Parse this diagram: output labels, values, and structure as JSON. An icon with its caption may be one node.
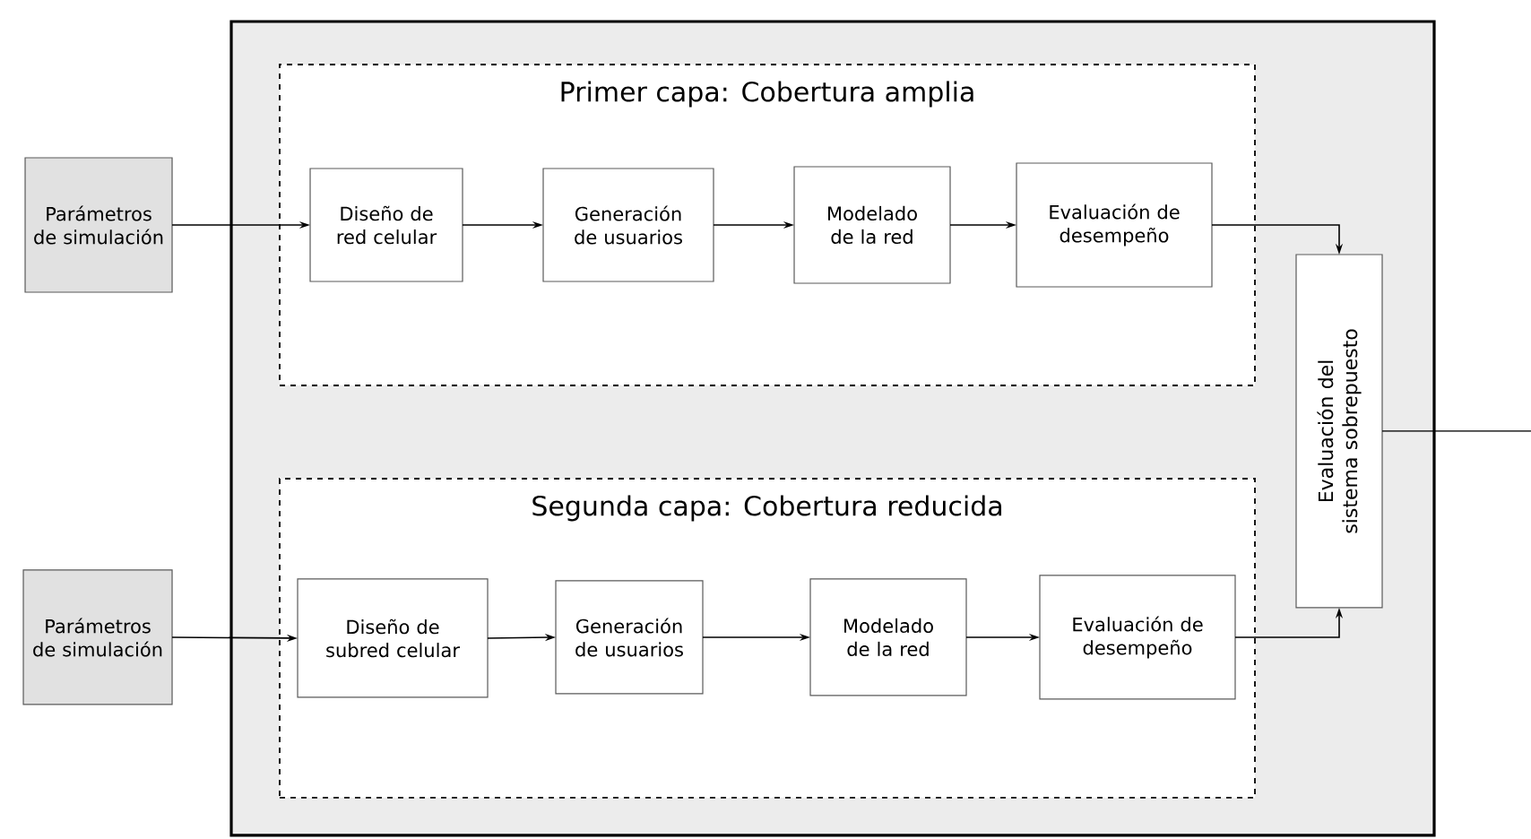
{
  "diagram": {
    "nodes": [
      {
        "text": [
          "Parámetros de simulación"
        ]
      },
      {
        "text": [],
        "shape": "box"
      },
      {
        "text": [
          "Primer capa: Cobertura amplia"
        ],
        "in": 1
      },
      {
        "text": [
          "Diseño de red celular"
        ],
        "in": 2
      },
      {
        "text": [
          "Generación de usuarios"
        ],
        "in": 2
      },
      {
        "text": [
          "Modelado de la red"
        ],
        "in": 2
      },
      {
        "text": [
          "Evaluación de desempeño"
        ],
        "in": 2
      },
      {
        "text": [
          "Evaluación del sistema sobrepuesto"
        ],
        "in": 1
      },
      {
        "text": [
          "Parámetros de simulación"
        ]
      },
      {
        "text": [
          "Segunda capa: Cobertura reducida"
        ],
        "in": 1
      },
      {
        "text": [
          "Diseño de subred celular"
        ],
        "in": 9
      },
      {
        "text": [
          "Generación de usuarios"
        ],
        "in": 9
      },
      {
        "text": [
          "Modelado de la red"
        ],
        "in": 9
      },
      {
        "text": [
          "Evaluación de desempeño"
        ],
        "in": 9
      }
    ],
    "edges": [
      {
        "from": 0,
        "to": 3,
        "arrow": "to"
      },
      {
        "from": 3,
        "to": 4,
        "arrow": "to"
      },
      {
        "from": 4,
        "to": 5,
        "arrow": "to"
      },
      {
        "from": 5,
        "to": 6,
        "arrow": "to"
      },
      {
        "from": 6,
        "to": 7,
        "arrow": "to"
      },
      {
        "from": 8,
        "to": 10,
        "arrow": "to"
      },
      {
        "from": 10,
        "to": 11,
        "arrow": "to"
      },
      {
        "from": 11,
        "to": 12,
        "arrow": "to"
      },
      {
        "from": 12,
        "to": 13,
        "arrow": "to"
      },
      {
        "from": 13,
        "to": 7,
        "arrow": "to"
      },
      {
        "from": 7,
        "to": null,
        "arrow": "none"
      }
    ]
  }
}
